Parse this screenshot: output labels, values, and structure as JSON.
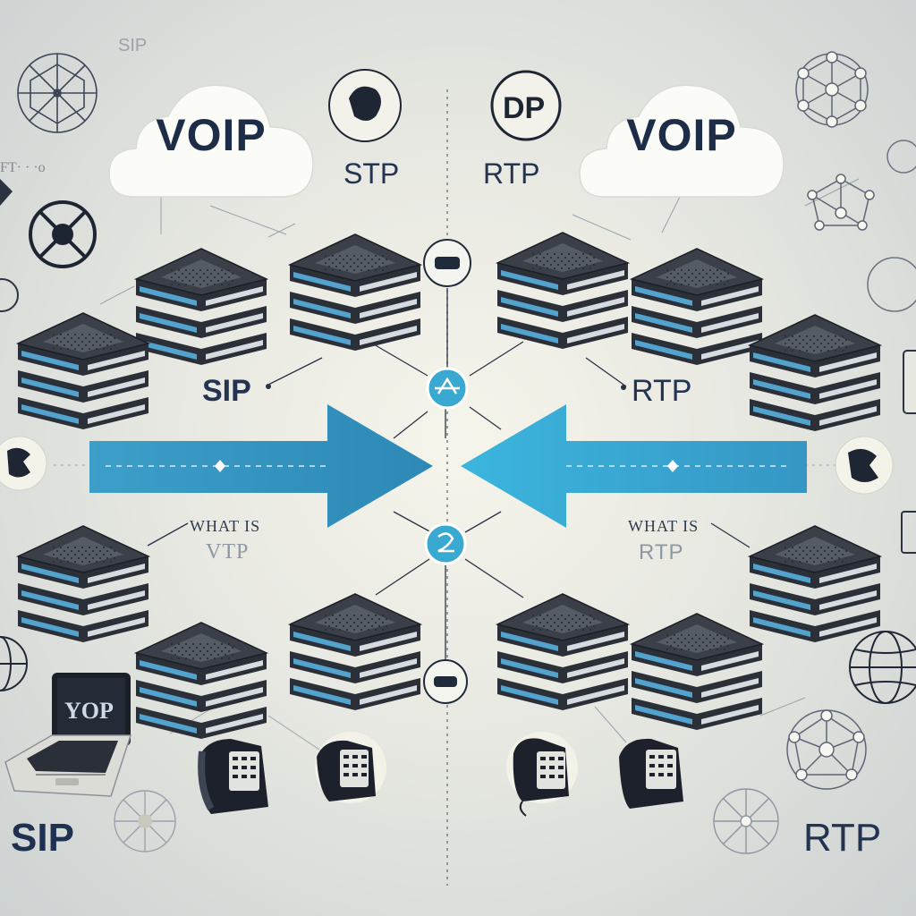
{
  "labels": {
    "cloud_left": "VOIP",
    "cloud_right": "VOIP",
    "stp": "STP",
    "rtp_top": "RTP",
    "sip_mid": "SIP",
    "rtp_mid": "RTP",
    "what_is_left": "WHAT IS",
    "vtp": "VTP",
    "what_is_right": "WHAT IS",
    "rtp_right_small": "RTP",
    "sip_bottom": "SIP",
    "rtp_bottom": "RTP",
    "sip_faint": "SIP",
    "laptop_screen": "YOP"
  },
  "colors": {
    "arrow": "#3aa6cc",
    "hub": "#3aa9d2",
    "server_body": "#2b3038",
    "server_led": "#5ab7ea",
    "text_dark": "#1f3150"
  },
  "icons": [
    "network-hub-icon",
    "globe-icon",
    "phone-icon",
    "laptop-icon",
    "cloud-icon",
    "server-rack-icon",
    "lock-icon",
    "connector-icon"
  ]
}
